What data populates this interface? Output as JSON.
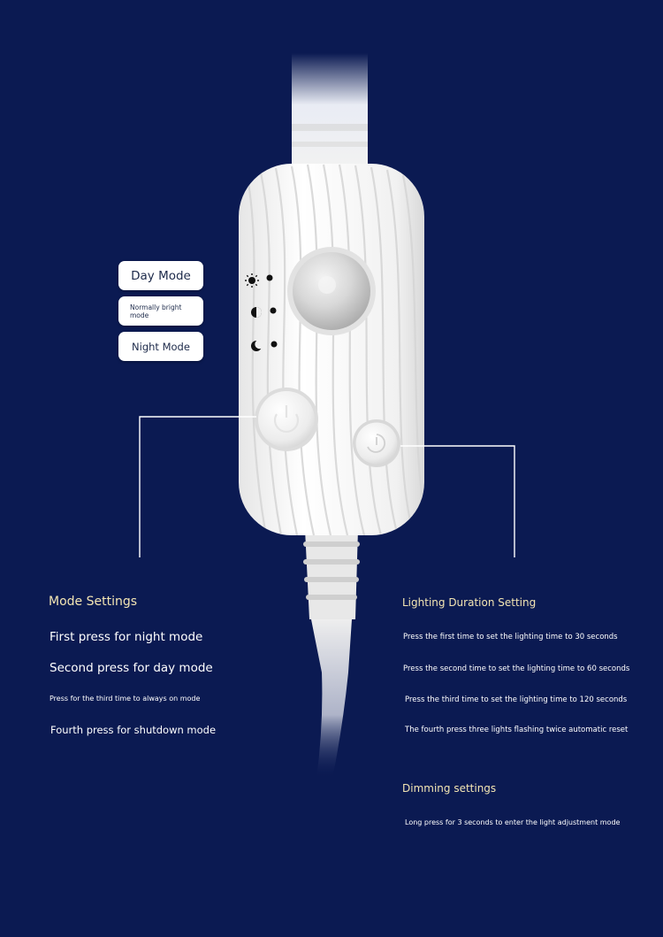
{
  "mode_labels": {
    "day": "Day Mode",
    "normal_1": "Normally bright",
    "normal_2": "mode",
    "night": "Night Mode"
  },
  "mode_settings": {
    "title": "Mode Settings",
    "lines": [
      "First press for night mode",
      "Second press for day mode",
      "Press for the third time to always on mode",
      "Fourth press for shutdown mode"
    ]
  },
  "lighting_duration": {
    "title": "Lighting Duration Setting",
    "lines": [
      "Press the first time to set the lighting time to 30 seconds",
      "Press the second time to set the lighting time to 60 seconds",
      "Press the third time to set the lighting time to 120 seconds",
      "The fourth press three lights flashing twice automatic reset"
    ]
  },
  "dimming": {
    "title": "Dimming settings",
    "lines": [
      "Long press for 3 seconds to enter the light adjustment mode"
    ]
  },
  "colors": {
    "background": "#0b1a52",
    "heading": "#f3e5b3",
    "device": "#f4f4f4"
  },
  "icons": [
    "sun-icon",
    "half-circle-icon",
    "moon-icon",
    "power-icon",
    "timer-icon"
  ]
}
